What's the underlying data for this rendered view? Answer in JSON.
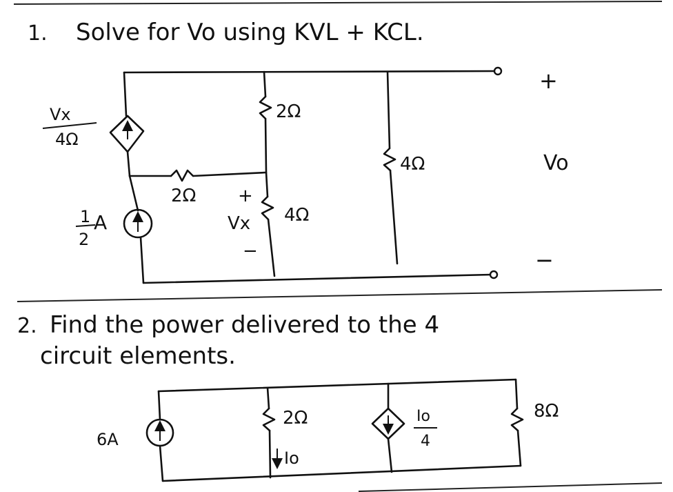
{
  "problem1": {
    "number": "1.",
    "text": "Solve for Vo using KVL + KCL.",
    "dependent_source_label": {
      "numerator": "Vx",
      "denominator": "4Ω"
    },
    "current_source_label": {
      "numerator": "1",
      "denominator": "2",
      "unit": "A"
    },
    "r_top_middle": "2Ω",
    "r_horizontal": "2Ω",
    "r_lower_middle": "4Ω",
    "r_right": "4Ω",
    "vx_plus": "+",
    "vx_label": "Vx",
    "vx_minus": "−",
    "vo_plus": "+",
    "vo_label": "Vo",
    "vo_minus": "−"
  },
  "problem2": {
    "number": "2.",
    "text_line1": "Find the power delivered to the 4",
    "text_line2": "circuit elements.",
    "current_source_label": "6A",
    "r_middle": "2Ω",
    "io_label": "Io",
    "dependent_source_label": {
      "numerator": "Io",
      "denominator": "4"
    },
    "r_right": "8Ω"
  }
}
